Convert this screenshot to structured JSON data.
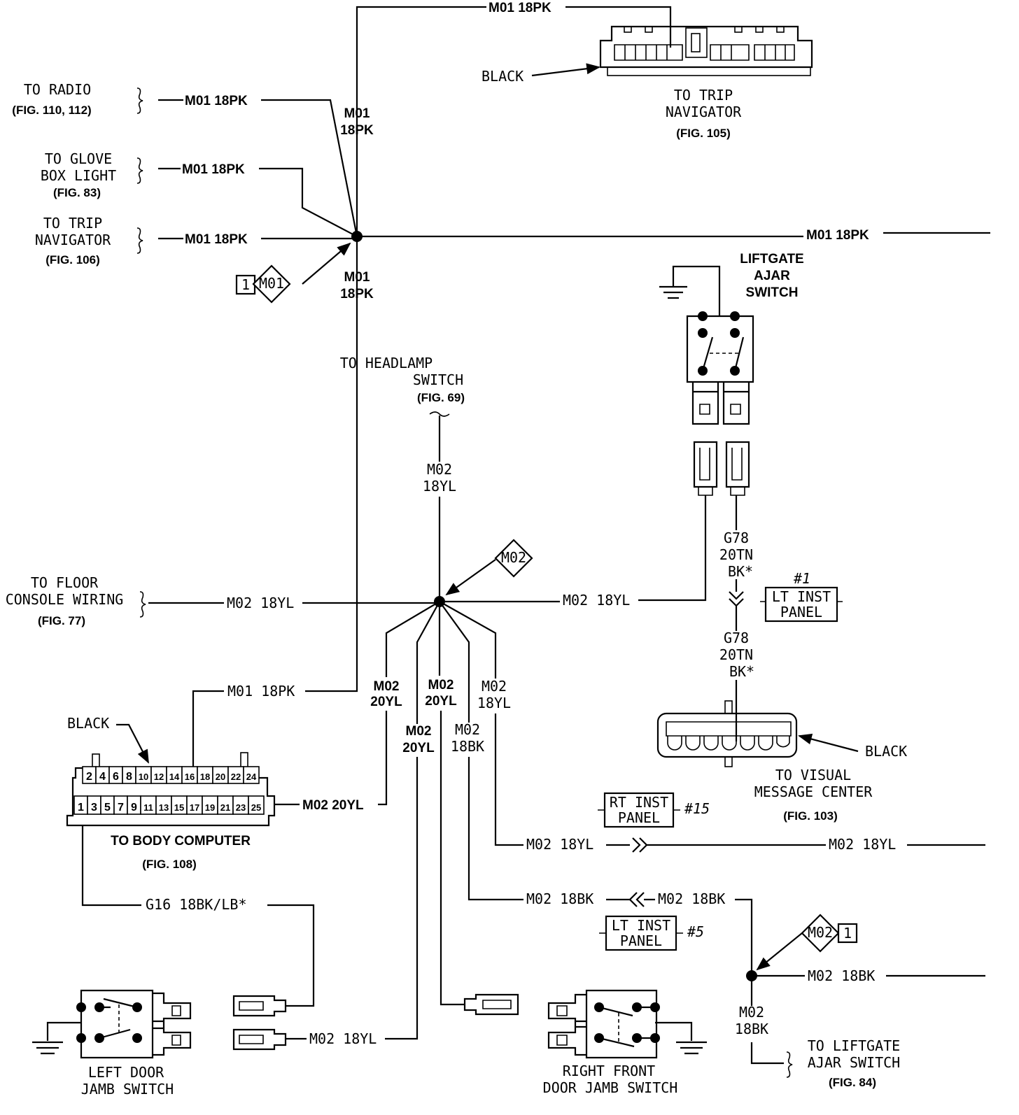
{
  "wires": {
    "top": "M01 18PK",
    "radio": "M01 18PK",
    "glove": "M01 18PK",
    "trip": "M01 18PK",
    "right_pk": "M01 18PK",
    "vert_up_a": "M01",
    "vert_up_b": "18PK",
    "vert_dn_a": "M01",
    "vert_dn_b": "18PK",
    "bc_pk": "M01 18PK",
    "hl_a": "M02",
    "hl_b": "18YL",
    "floor": "M02 18YL",
    "liftgate_yl": "M02 18YL",
    "b1_a": "M02",
    "b1_b": "20YL",
    "b2_a": "M02",
    "b2_b": "20YL",
    "b3_a": "M02",
    "b3_b": "18YL",
    "b4_a": "M02",
    "b4_b": "20YL",
    "b5_a": "M02",
    "b5_b": "18BK",
    "bc_yl": "M02 20YL",
    "rt_yl_l": "M02 18YL",
    "rt_yl_r": "M02 18YL",
    "bk_l": "M02 18BK",
    "bk_r": "M02 18BK",
    "bk_far": "M02 18BK",
    "bk_dn_a": "M02",
    "bk_dn_b": "18BK",
    "g16": "G16 18BK/LB*",
    "ld_yl": "M02 18YL",
    "g78_a1": "G78",
    "g78_b1": "20TN",
    "g78_c1": "BK*",
    "g78_a2": "G78",
    "g78_b2": "20TN",
    "g78_c2": "BK*"
  },
  "labels": {
    "radio_1": "TO RADIO",
    "radio_2": "(FIG. 110, 112)",
    "glove_1": "TO GLOVE",
    "glove_2": "BOX LIGHT",
    "glove_3": "(FIG. 83)",
    "trip_1": "TO TRIP",
    "trip_2": "NAVIGATOR",
    "trip_3": "(FIG. 106)",
    "tripnav_1": "TO TRIP",
    "tripnav_2": "NAVIGATOR",
    "tripnav_3": "(FIG. 105)",
    "tripnav_color": "BLACK",
    "liftsw_1": "LIFTGATE",
    "liftsw_2": "AJAR",
    "liftsw_3": "SWITCH",
    "headlamp_1": "TO HEADLAMP",
    "headlamp_2": "SWITCH",
    "headlamp_3": "(FIG. 69)",
    "floor_1": "TO FLOOR",
    "floor_2": "CONSOLE WIRING",
    "floor_3": "(FIG. 77)",
    "bc_1": "TO BODY COMPUTER",
    "bc_2": "(FIG. 108)",
    "bc_color": "BLACK",
    "vmc_1": "TO VISUAL",
    "vmc_2": "MESSAGE CENTER",
    "vmc_3": "(FIG. 103)",
    "vmc_color": "BLACK",
    "lgsw_1": "TO LIFTGATE",
    "lgsw_2": "AJAR SWITCH",
    "lgsw_3": "(FIG. 84)",
    "ldoor_1": "LEFT DOOR",
    "ldoor_2": "JAMB SWITCH",
    "rdoor_1": "RIGHT FRONT",
    "rdoor_2": "DOOR JAMB SWITCH"
  },
  "panels": {
    "lt_inst_1": "LT INST",
    "lt_inst_2": "PANEL",
    "lt_inst_num": "#1",
    "rt_inst_1": "RT INST",
    "rt_inst_2": "PANEL",
    "rt_inst_num": "#15",
    "lt_inst5_1": "LT INST",
    "lt_inst5_2": "PANEL",
    "lt_inst5_num": "#5"
  },
  "splices": {
    "m01_box": "1",
    "m01_tag": "M01",
    "m02_tag": "M02",
    "m02b_tag": "M02",
    "m02b_box": "1"
  },
  "body_computer_pins": {
    "top": [
      "2",
      "4",
      "6",
      "8",
      "10",
      "12",
      "14",
      "16",
      "18",
      "20",
      "22",
      "24"
    ],
    "bottom": [
      "1",
      "3",
      "5",
      "7",
      "9",
      "11",
      "13",
      "15",
      "17",
      "19",
      "21",
      "23",
      "25"
    ]
  }
}
